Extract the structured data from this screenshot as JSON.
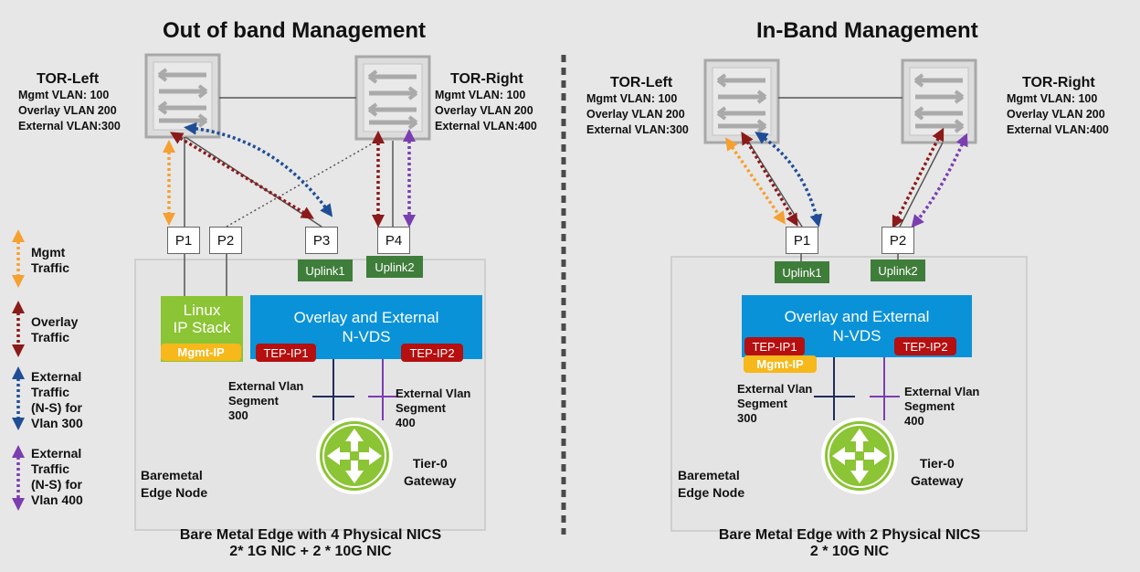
{
  "left": {
    "title": "Out of band Management",
    "tor_left": {
      "name": "TOR-Left",
      "lines": [
        "Mgmt VLAN: 100",
        "Overlay VLAN 200",
        "External VLAN:300"
      ]
    },
    "tor_right": {
      "name": "TOR-Right",
      "lines": [
        "Mgmt VLAN: 100",
        "Overlay VLAN 200",
        "External VLAN:400"
      ]
    },
    "ports": [
      "P1",
      "P2",
      "P3",
      "P4"
    ],
    "uplinks": [
      "Uplink1",
      "Uplink2"
    ],
    "linux_stack": [
      "Linux",
      "IP Stack"
    ],
    "mgmt_ip": "Mgmt-IP",
    "nvds": [
      "Overlay and External",
      "N-VDS"
    ],
    "tep1": "TEP-IP1",
    "tep2": "TEP-IP2",
    "seg300": [
      "External Vlan",
      "Segment",
      "300"
    ],
    "seg400": [
      "External Vlan",
      "Segment",
      "400"
    ],
    "tier0": [
      "Tier-0",
      "Gateway"
    ],
    "edge_node": [
      "Baremetal",
      "Edge Node"
    ],
    "caption": [
      "Bare Metal Edge with 4 Physical NICS",
      "2* 1G NIC + 2 * 10G NIC"
    ]
  },
  "right": {
    "title": "In-Band Management",
    "tor_left": {
      "name": "TOR-Left",
      "lines": [
        "Mgmt VLAN: 100",
        "Overlay VLAN 200",
        "External VLAN:300"
      ]
    },
    "tor_right": {
      "name": "TOR-Right",
      "lines": [
        "Mgmt VLAN: 100",
        "Overlay VLAN 200",
        "External VLAN:400"
      ]
    },
    "ports": [
      "P1",
      "P2"
    ],
    "uplinks": [
      "Uplink1",
      "Uplink2"
    ],
    "nvds": [
      "Overlay and External",
      "N-VDS"
    ],
    "tep1": "TEP-IP1",
    "tep2": "TEP-IP2",
    "mgmt_ip": "Mgmt-IP",
    "seg300": [
      "External Vlan",
      "Segment",
      "300"
    ],
    "seg400": [
      "External Vlan",
      "Segment",
      "400"
    ],
    "tier0": [
      "Tier-0",
      "Gateway"
    ],
    "edge_node": [
      "Baremetal",
      "Edge Node"
    ],
    "caption": [
      "Bare Metal Edge with 2 Physical NICS",
      "2 * 10G NIC"
    ]
  },
  "legend": [
    {
      "lines": [
        "Mgmt",
        "Traffic"
      ],
      "color": "#f5a030"
    },
    {
      "lines": [
        "Overlay",
        "Traffic"
      ],
      "color": "#8b1a1a"
    },
    {
      "lines": [
        "External",
        "Traffic",
        "(N-S) for",
        "Vlan 300"
      ],
      "color": "#1f4e96"
    },
    {
      "lines": [
        "External",
        "Traffic",
        "(N-S) for",
        "Vlan 400"
      ],
      "color": "#7a3eb0"
    }
  ],
  "colors": {
    "mgmt": "#f5a030",
    "overlay": "#8b1a1a",
    "external300": "#1f4e96",
    "external400": "#7a3eb0",
    "nvds": "#0a92d8",
    "uplink": "#3f7d3a",
    "tep": "#b50f0f",
    "mgmt_ip": "#f6b81a",
    "linux": "#8bc434",
    "tier0": "#8bc434"
  }
}
